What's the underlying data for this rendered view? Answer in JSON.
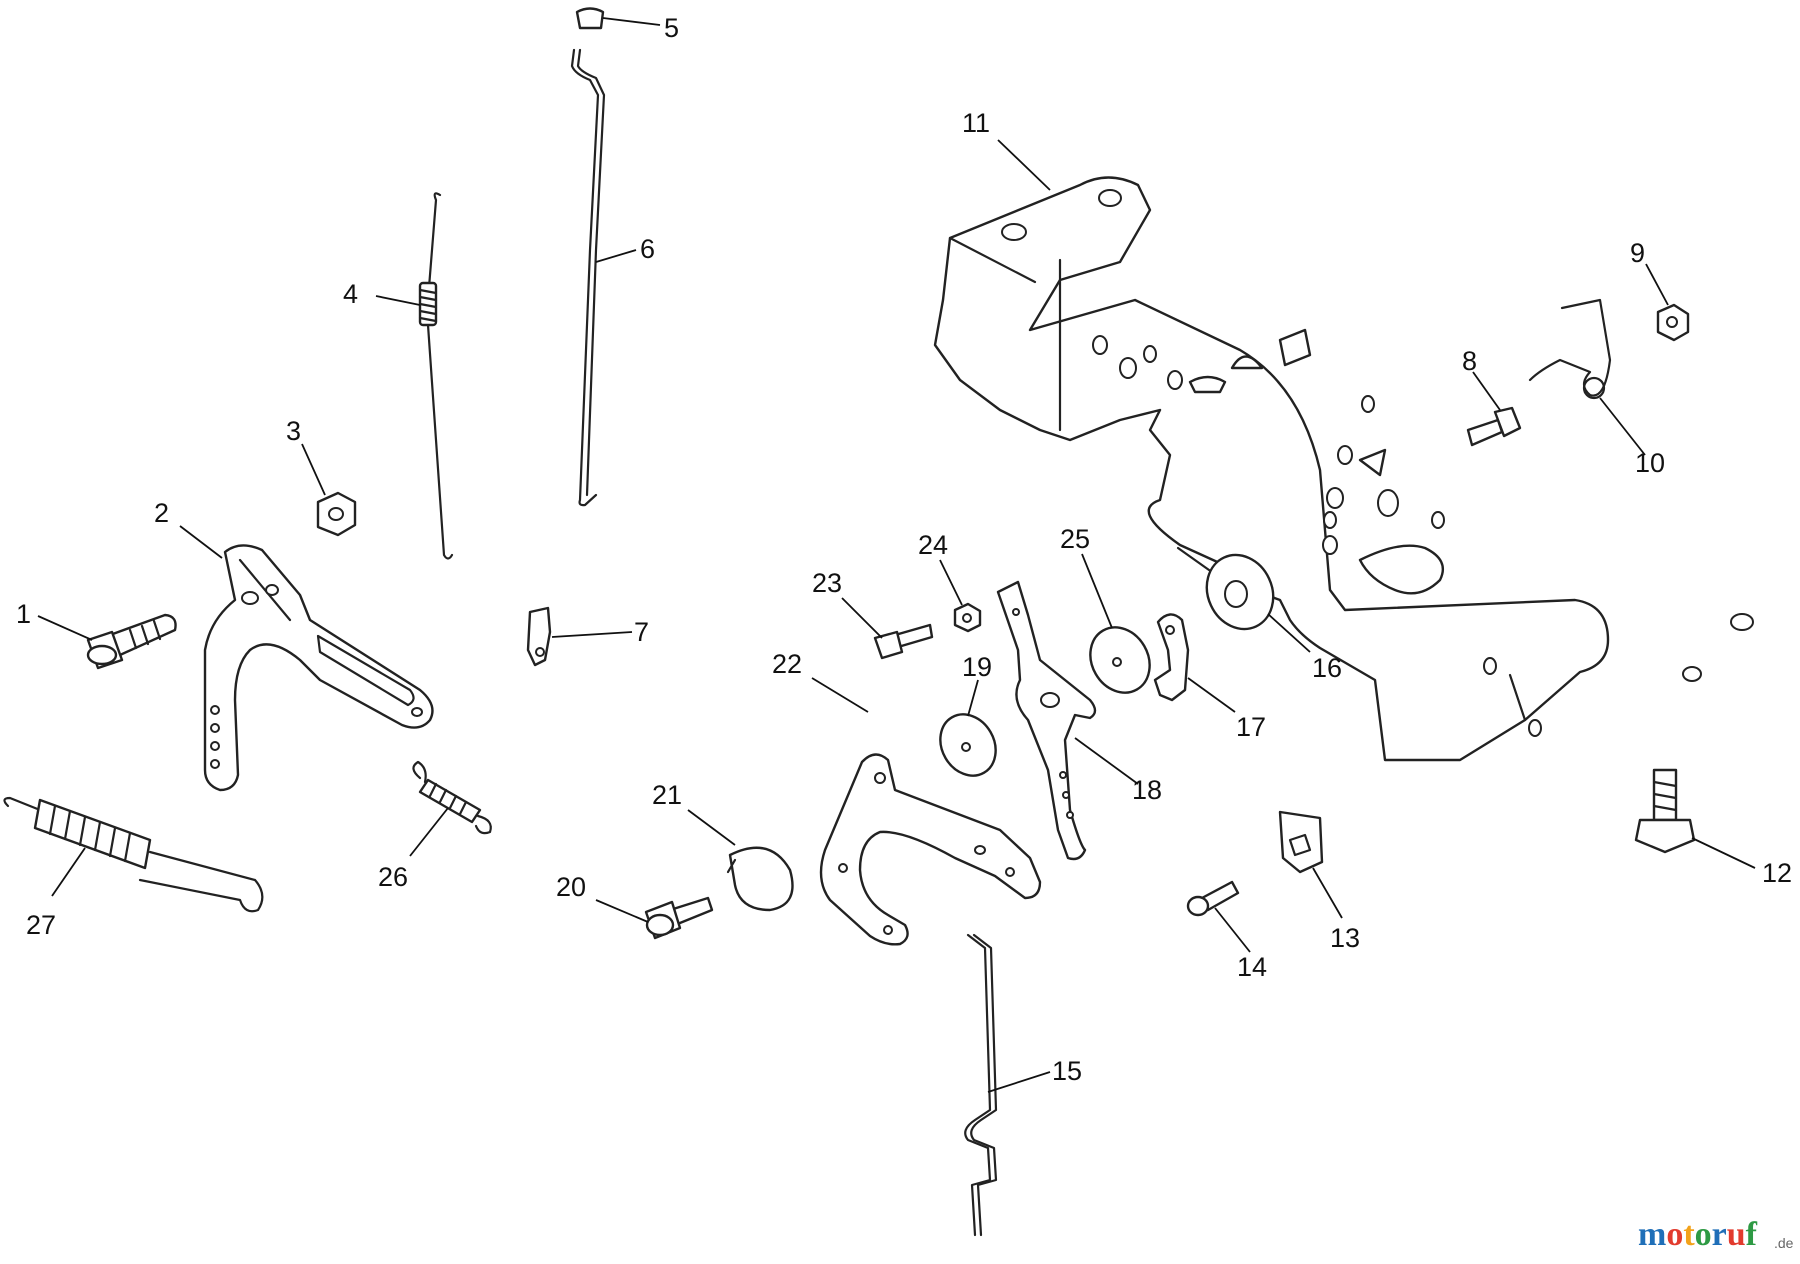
{
  "diagram": {
    "callouts": [
      {
        "id": 1,
        "label": "1"
      },
      {
        "id": 2,
        "label": "2"
      },
      {
        "id": 3,
        "label": "3"
      },
      {
        "id": 4,
        "label": "4"
      },
      {
        "id": 5,
        "label": "5"
      },
      {
        "id": 6,
        "label": "6"
      },
      {
        "id": 7,
        "label": "7"
      },
      {
        "id": 8,
        "label": "8"
      },
      {
        "id": 9,
        "label": "9"
      },
      {
        "id": 10,
        "label": "10"
      },
      {
        "id": 11,
        "label": "11"
      },
      {
        "id": 12,
        "label": "12"
      },
      {
        "id": 13,
        "label": "13"
      },
      {
        "id": 14,
        "label": "14"
      },
      {
        "id": 15,
        "label": "15"
      },
      {
        "id": 16,
        "label": "16"
      },
      {
        "id": 17,
        "label": "17"
      },
      {
        "id": 18,
        "label": "18"
      },
      {
        "id": 19,
        "label": "19"
      },
      {
        "id": 20,
        "label": "20"
      },
      {
        "id": 21,
        "label": "21"
      },
      {
        "id": 22,
        "label": "22"
      },
      {
        "id": 23,
        "label": "23"
      },
      {
        "id": 24,
        "label": "24"
      },
      {
        "id": 25,
        "label": "25"
      },
      {
        "id": 26,
        "label": "26"
      },
      {
        "id": 27,
        "label": "27"
      }
    ]
  },
  "watermark": {
    "letters": [
      "m",
      "o",
      "t",
      "o",
      "r",
      "u",
      "f"
    ],
    "letter_colors": [
      "#1f6fb8",
      "#e23b2e",
      "#f3a21a",
      "#2e9a44",
      "#1f6fb8",
      "#e23b2e",
      "#2e9a44"
    ],
    "tld": ".de"
  }
}
